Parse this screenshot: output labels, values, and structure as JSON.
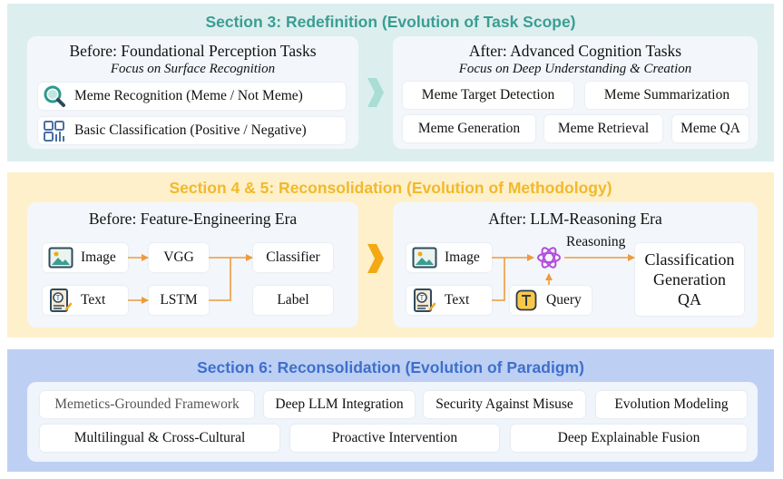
{
  "colors": {
    "section3_bg": "#ddeeef",
    "section3_title": "#3a9e92",
    "section45_bg": "#fdf0cb",
    "section45_title": "#f2b92a",
    "section6_bg": "#bdd0f4",
    "section6_title": "#3f6fcb",
    "arrow": "#ef9a3c",
    "chevron_green": "#a8ded3",
    "chevron_orange": "#f3a914"
  },
  "section3": {
    "title": "Section 3: Redefinition (Evolution of Task Scope)",
    "before": {
      "title": "Before: Foundational Perception Tasks",
      "subtitle": "Focus on Surface Recognition",
      "items": [
        {
          "icon": "magnifier-icon",
          "label": "Meme Recognition (Meme / Not Meme)"
        },
        {
          "icon": "grid-chart-icon",
          "label": "Basic Classification (Positive / Negative)"
        }
      ]
    },
    "after": {
      "title": "After: Advanced Cognition Tasks",
      "subtitle": "Focus on Deep Understanding & Creation",
      "items": [
        "Meme Target Detection",
        "Meme Summarization",
        "Meme Generation",
        "Meme Retrieval",
        "Meme QA"
      ]
    }
  },
  "section45": {
    "title": "Section 4 & 5: Reconsolidation (Evolution of Methodology)",
    "before": {
      "title": "Before: Feature-Engineering Era",
      "image": "Image",
      "text": "Text",
      "vgg": "VGG",
      "lstm": "LSTM",
      "classifier": "Classifier",
      "label": "Label"
    },
    "after": {
      "title": "After: LLM-Reasoning Era",
      "image": "Image",
      "text": "Text",
      "query": "Query",
      "reasoning": "Reasoning",
      "outputs": [
        "Classification",
        "Generation",
        "QA"
      ]
    }
  },
  "section6": {
    "title": "Section 6: Reconsolidation (Evolution of Paradigm)",
    "row1": [
      "Memetics-Grounded Framework",
      "Deep LLM Integration",
      "Security Against Misuse",
      "Evolution Modeling"
    ],
    "row2": [
      "Multilingual & Cross-Cultural",
      "Proactive Intervention",
      "Deep Explainable Fusion"
    ]
  }
}
